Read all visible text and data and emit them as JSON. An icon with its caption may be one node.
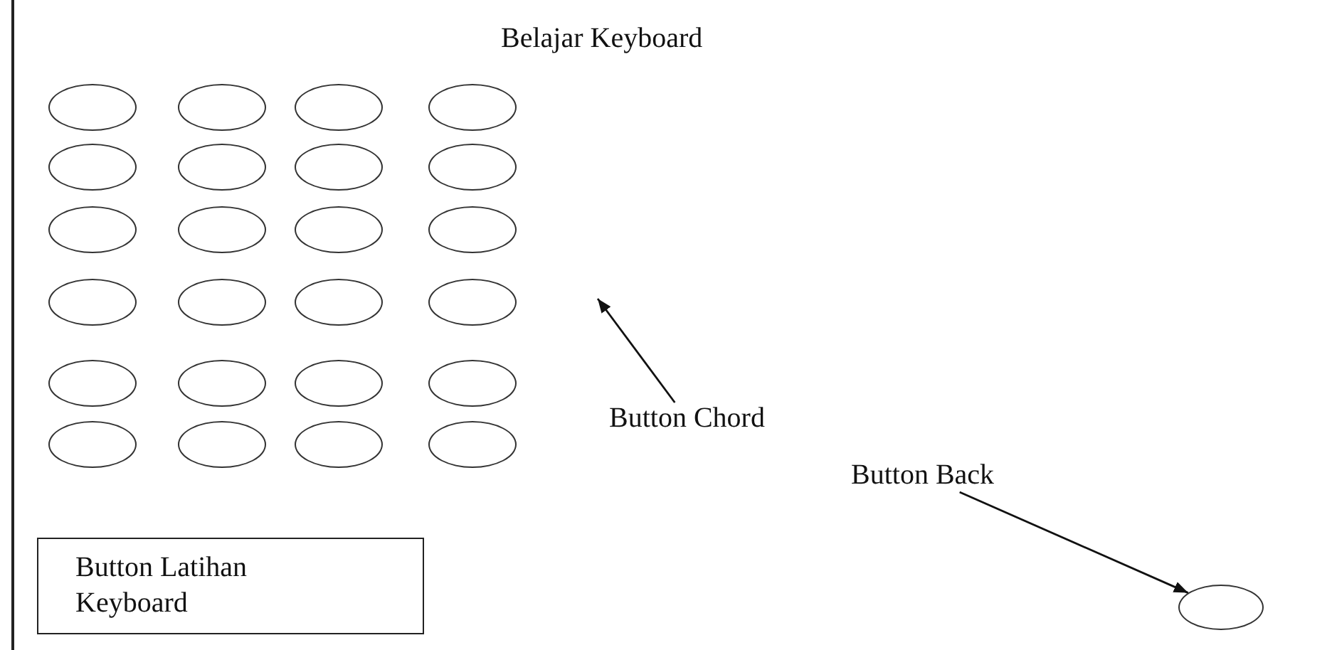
{
  "diagram": {
    "title": "Belajar Keyboard",
    "nodes": [
      {
        "text": [],
        "shape": "circle"
      },
      {
        "text": [],
        "shape": "circle"
      },
      {
        "text": [],
        "shape": "circle"
      },
      {
        "text": [],
        "shape": "circle"
      },
      {
        "text": [],
        "shape": "circle"
      },
      {
        "text": [],
        "shape": "circle"
      },
      {
        "text": [],
        "shape": "circle"
      },
      {
        "text": [],
        "shape": "circle"
      },
      {
        "text": [],
        "shape": "circle"
      },
      {
        "text": [],
        "shape": "circle"
      },
      {
        "text": [],
        "shape": "circle"
      },
      {
        "text": [],
        "shape": "circle"
      },
      {
        "text": [],
        "shape": "circle"
      },
      {
        "text": [],
        "shape": "circle"
      },
      {
        "text": [],
        "shape": "circle"
      },
      {
        "text": [],
        "shape": "circle"
      },
      {
        "text": [],
        "shape": "circle"
      },
      {
        "text": [],
        "shape": "circle"
      },
      {
        "text": [],
        "shape": "circle"
      },
      {
        "text": [],
        "shape": "circle"
      },
      {
        "text": [],
        "shape": "circle"
      },
      {
        "text": [],
        "shape": "circle"
      },
      {
        "text": [],
        "shape": "circle"
      },
      {
        "text": [],
        "shape": "circle"
      },
      {
        "text": [
          "Button Latihan Keyboard"
        ]
      },
      {
        "text": [
          "Button Chord"
        ]
      },
      {
        "text": [
          "Button Back"
        ]
      },
      {
        "text": [],
        "shape": "circle"
      }
    ],
    "edges": [
      {
        "from": 25,
        "to": null,
        "arrow": "to"
      },
      {
        "from": 26,
        "to": 27,
        "arrow": "to"
      }
    ]
  }
}
